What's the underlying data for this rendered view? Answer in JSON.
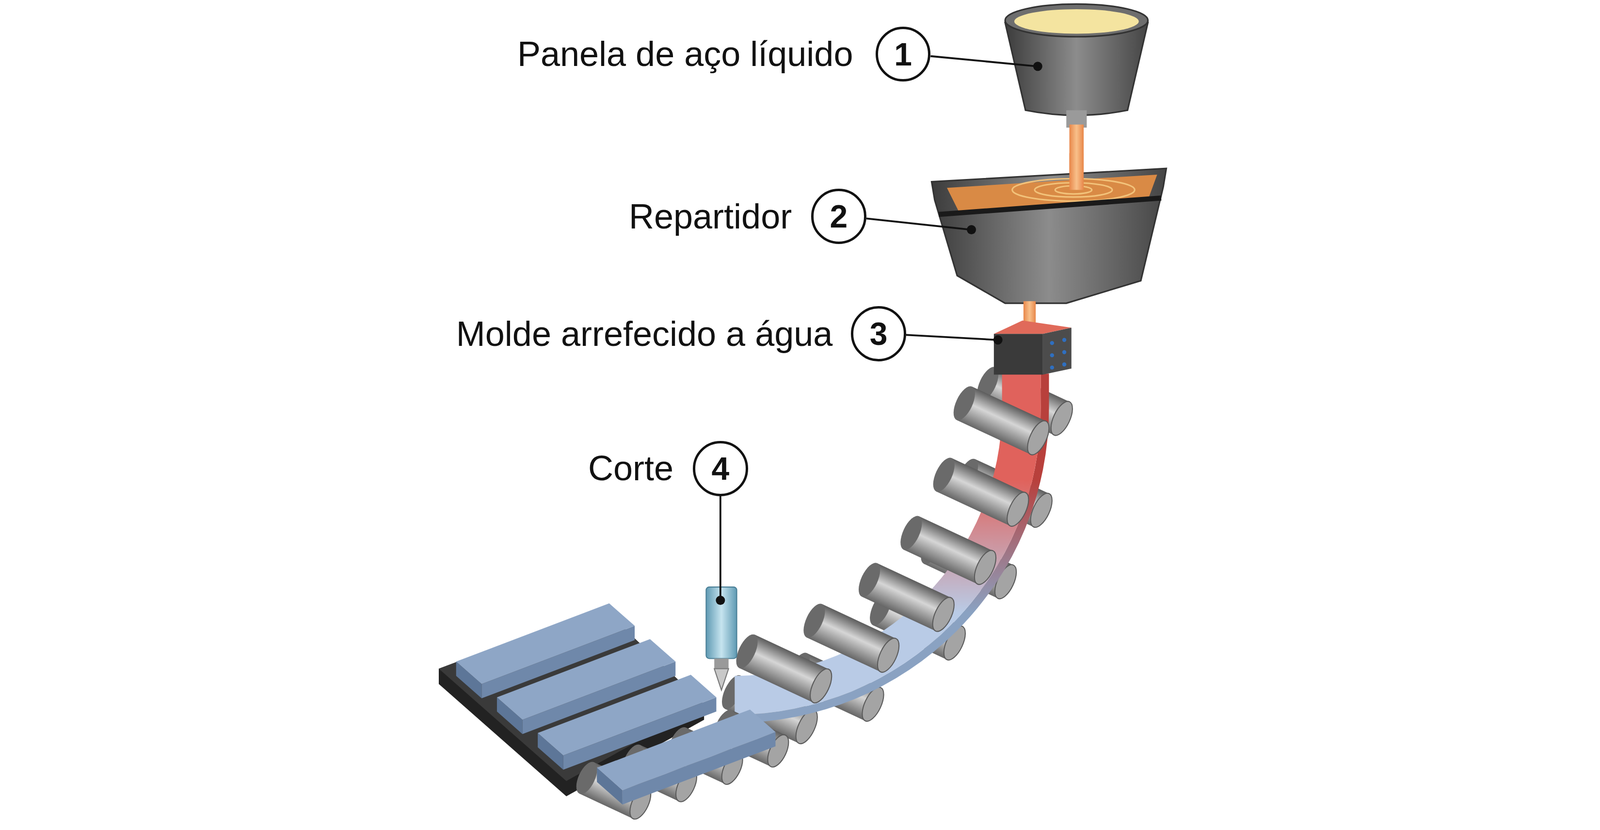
{
  "diagram": {
    "nodes": [
      {
        "text": [
          "1"
        ]
      },
      {
        "text": [
          "2"
        ]
      },
      {
        "text": [
          "3"
        ]
      },
      {
        "text": [
          "4"
        ]
      }
    ],
    "labels": [
      "Panela de aço líquido",
      "Repartidor",
      "Molde arrefecido a água",
      "Corte"
    ]
  }
}
